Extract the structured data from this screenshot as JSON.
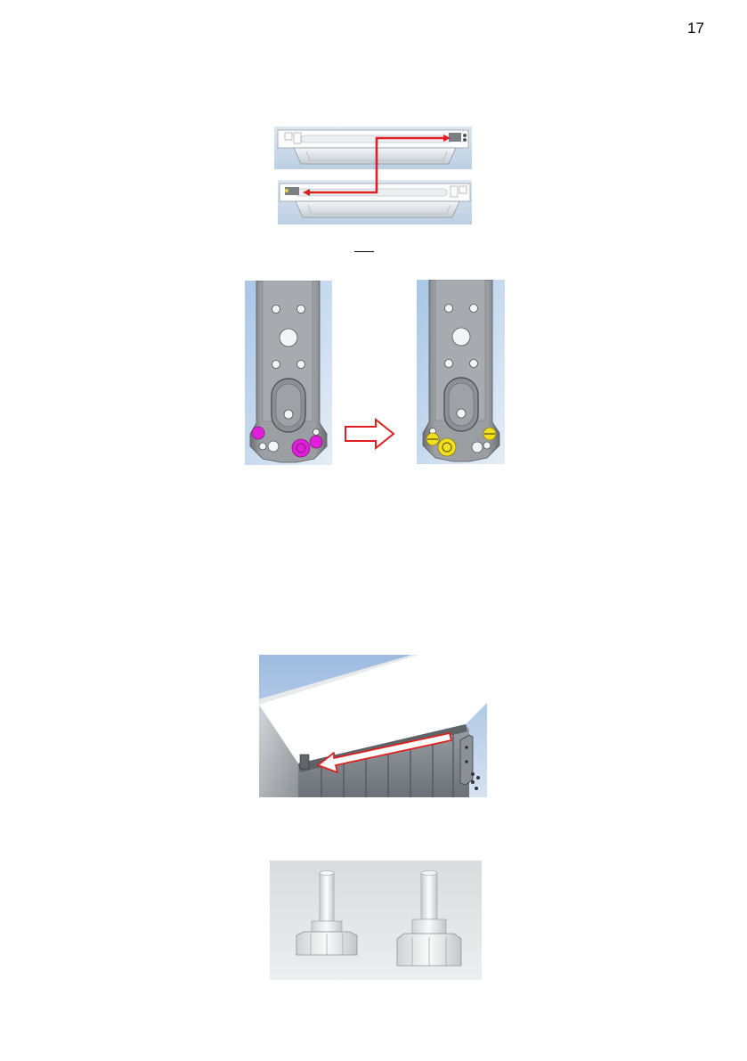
{
  "page": {
    "number": "17"
  },
  "figures": [
    {
      "id": "door-handle-transfer",
      "icon": "handle-swap-arrow"
    },
    {
      "id": "hinge-bracket-swap",
      "icon": "hinge-bracket-before-after"
    },
    {
      "id": "top-cover-slide",
      "icon": "slide-out-arrow"
    },
    {
      "id": "adjustable-feet",
      "icon": "leveling-feet"
    }
  ],
  "colors": {
    "arrow_red": "#e02020",
    "screw_magenta": "#e020d8",
    "screw_yellow": "#f2e020",
    "panel_blue": "#b9cfe6",
    "metal_gray": "#8e9296"
  }
}
